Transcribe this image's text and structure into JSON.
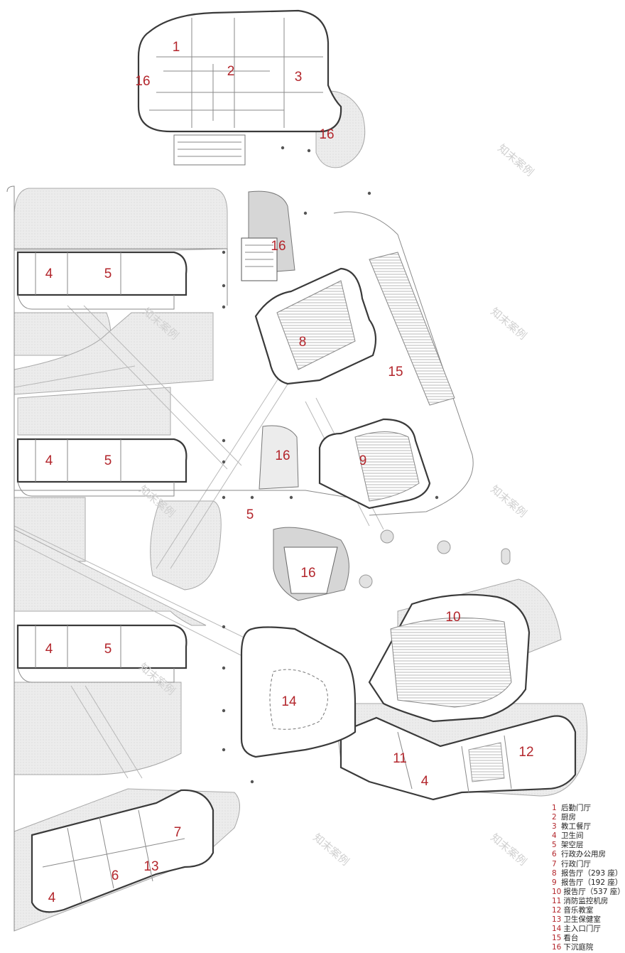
{
  "plan": {
    "room_labels": [
      "1",
      "2",
      "3",
      "16",
      "16",
      "4",
      "5",
      "16",
      "8",
      "15",
      "4",
      "5",
      "16",
      "9",
      "5",
      "16",
      "10",
      "4",
      "5",
      "14",
      "11",
      "12",
      "4",
      "7",
      "6",
      "13",
      "4"
    ],
    "watermark": "知末案例"
  },
  "legend": [
    {
      "num": "1",
      "text": "后勤门厅"
    },
    {
      "num": "2",
      "text": "厨房"
    },
    {
      "num": "3",
      "text": "教工餐厅"
    },
    {
      "num": "4",
      "text": "卫生间"
    },
    {
      "num": "5",
      "text": "架空层"
    },
    {
      "num": "6",
      "text": "行政办公用房"
    },
    {
      "num": "7",
      "text": "行政门厅"
    },
    {
      "num": "8",
      "text": "报告厅（293 座）"
    },
    {
      "num": "9",
      "text": "报告厅（192 座）"
    },
    {
      "num": "10",
      "text": "报告厅（537 座）"
    },
    {
      "num": "11",
      "text": "消防监控机房"
    },
    {
      "num": "12",
      "text": "音乐教室"
    },
    {
      "num": "13",
      "text": "卫生保健室"
    },
    {
      "num": "14",
      "text": "主入口门厅"
    },
    {
      "num": "15",
      "text": "看台"
    },
    {
      "num": "16",
      "text": "下沉庭院"
    }
  ],
  "colors": {
    "label": "#b3262c",
    "wall": "#3a3a3a",
    "zone": "#ececec"
  }
}
